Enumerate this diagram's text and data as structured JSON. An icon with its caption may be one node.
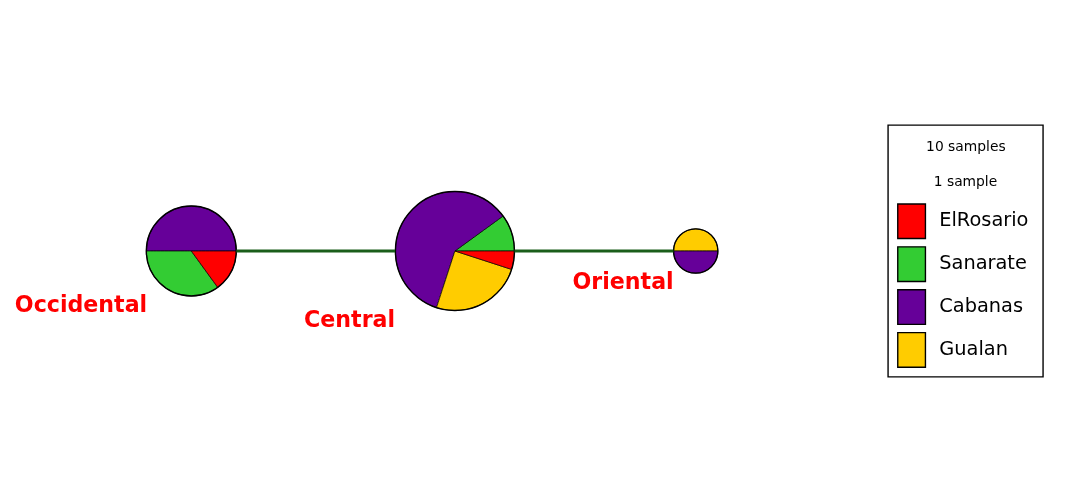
{
  "diagram": {
    "nodes": [
      {
        "text": [],
        "shape": "circle",
        "beside": [
          "Occidental"
        ]
      },
      {
        "text": [],
        "shape": "circle",
        "beside": [
          "Central"
        ]
      },
      {
        "text": [],
        "shape": "circle",
        "beside": [
          "Oriental"
        ]
      }
    ],
    "edges": [
      {
        "from": 0,
        "to": 1,
        "arrow": "none"
      },
      {
        "from": 1,
        "to": 2,
        "arrow": "none"
      }
    ],
    "labels": [
      "10 samples",
      "1 sample"
    ],
    "legend": [
      {
        "text": "ElRosario",
        "color": "#ff0000"
      },
      {
        "text": "Sanarate",
        "color": "#33cc33"
      },
      {
        "text": "Cabanas",
        "color": "#660099"
      },
      {
        "text": "Gualan",
        "color": "#ffcc00"
      }
    ]
  }
}
